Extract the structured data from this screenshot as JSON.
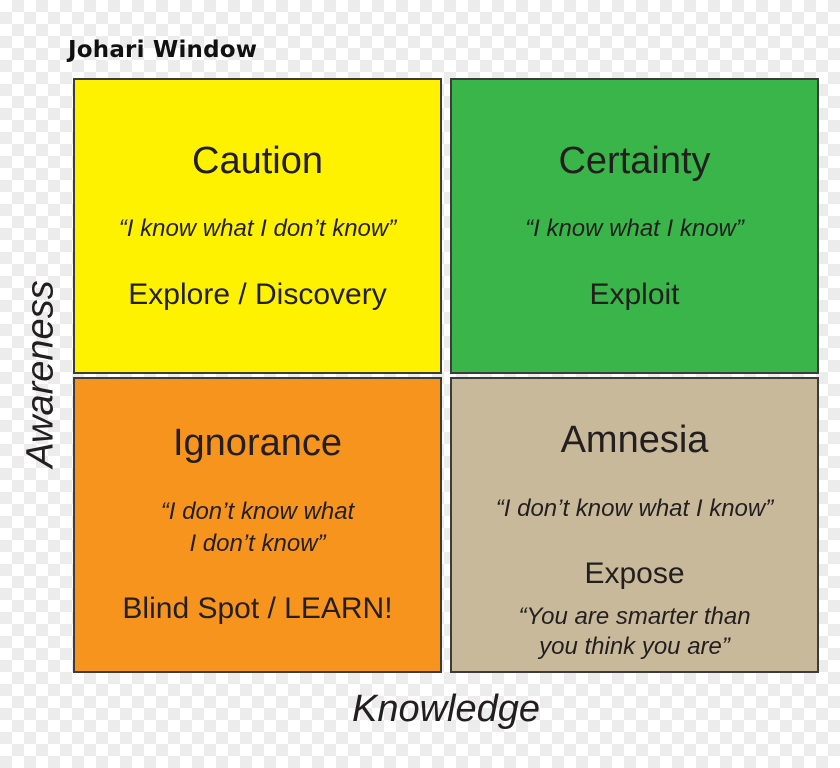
{
  "title": "Johari Window",
  "axes": {
    "x_label": "Knowledge",
    "y_label": "Awareness"
  },
  "quadrants": {
    "caution": {
      "heading": "Caution",
      "quote": "“I know what I don’t know”",
      "action": "Explore / Discovery",
      "color": "#fff200"
    },
    "certainty": {
      "heading": "Certainty",
      "quote": "“I know what I know”",
      "action": "Exploit",
      "color": "#3ab54a"
    },
    "ignorance": {
      "heading": "Ignorance",
      "quote_line1": "“I don’t know what",
      "quote_line2": "I don’t know”",
      "action": "Blind Spot / LEARN!",
      "color": "#f7941d"
    },
    "amnesia": {
      "heading": "Amnesia",
      "quote": "“I don’t know what I know”",
      "action": "Expose",
      "note_line1": "“You are smarter than",
      "note_line2": "you think you are”",
      "color": "#c8b99a"
    }
  }
}
